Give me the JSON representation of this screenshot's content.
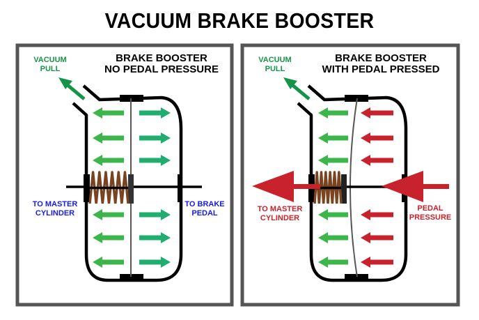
{
  "title": "VACUUM BRAKE BOOSTER",
  "colors": {
    "green_left": "#3cb54a",
    "green_right": "#1fae6e",
    "vacuum_green": "#159447",
    "red": "#c8232c",
    "blue": "#1a1ae6",
    "spring": "#7a4420",
    "frame": "#555555"
  },
  "panels": [
    {
      "heading_line1": "BRAKE BOOSTER",
      "heading_line2": "NO PEDAL PRESSURE",
      "vacuum_line1": "VACUUM",
      "vacuum_line2": "PULL",
      "left_label_line1": "TO MASTER",
      "left_label_line2": "CYLINDER",
      "right_label_line1": "TO BRAKE",
      "right_label_line2": "PEDAL"
    },
    {
      "heading_line1": "BRAKE BOOSTER",
      "heading_line2": "WITH PEDAL PRESSED",
      "vacuum_line1": "VACUUM",
      "vacuum_line2": "PULL",
      "left_label_line1": "TO MASTER",
      "left_label_line2": "CYLINDER",
      "right_label_line1": "PEDAL",
      "right_label_line2": "PRESSURE"
    }
  ]
}
